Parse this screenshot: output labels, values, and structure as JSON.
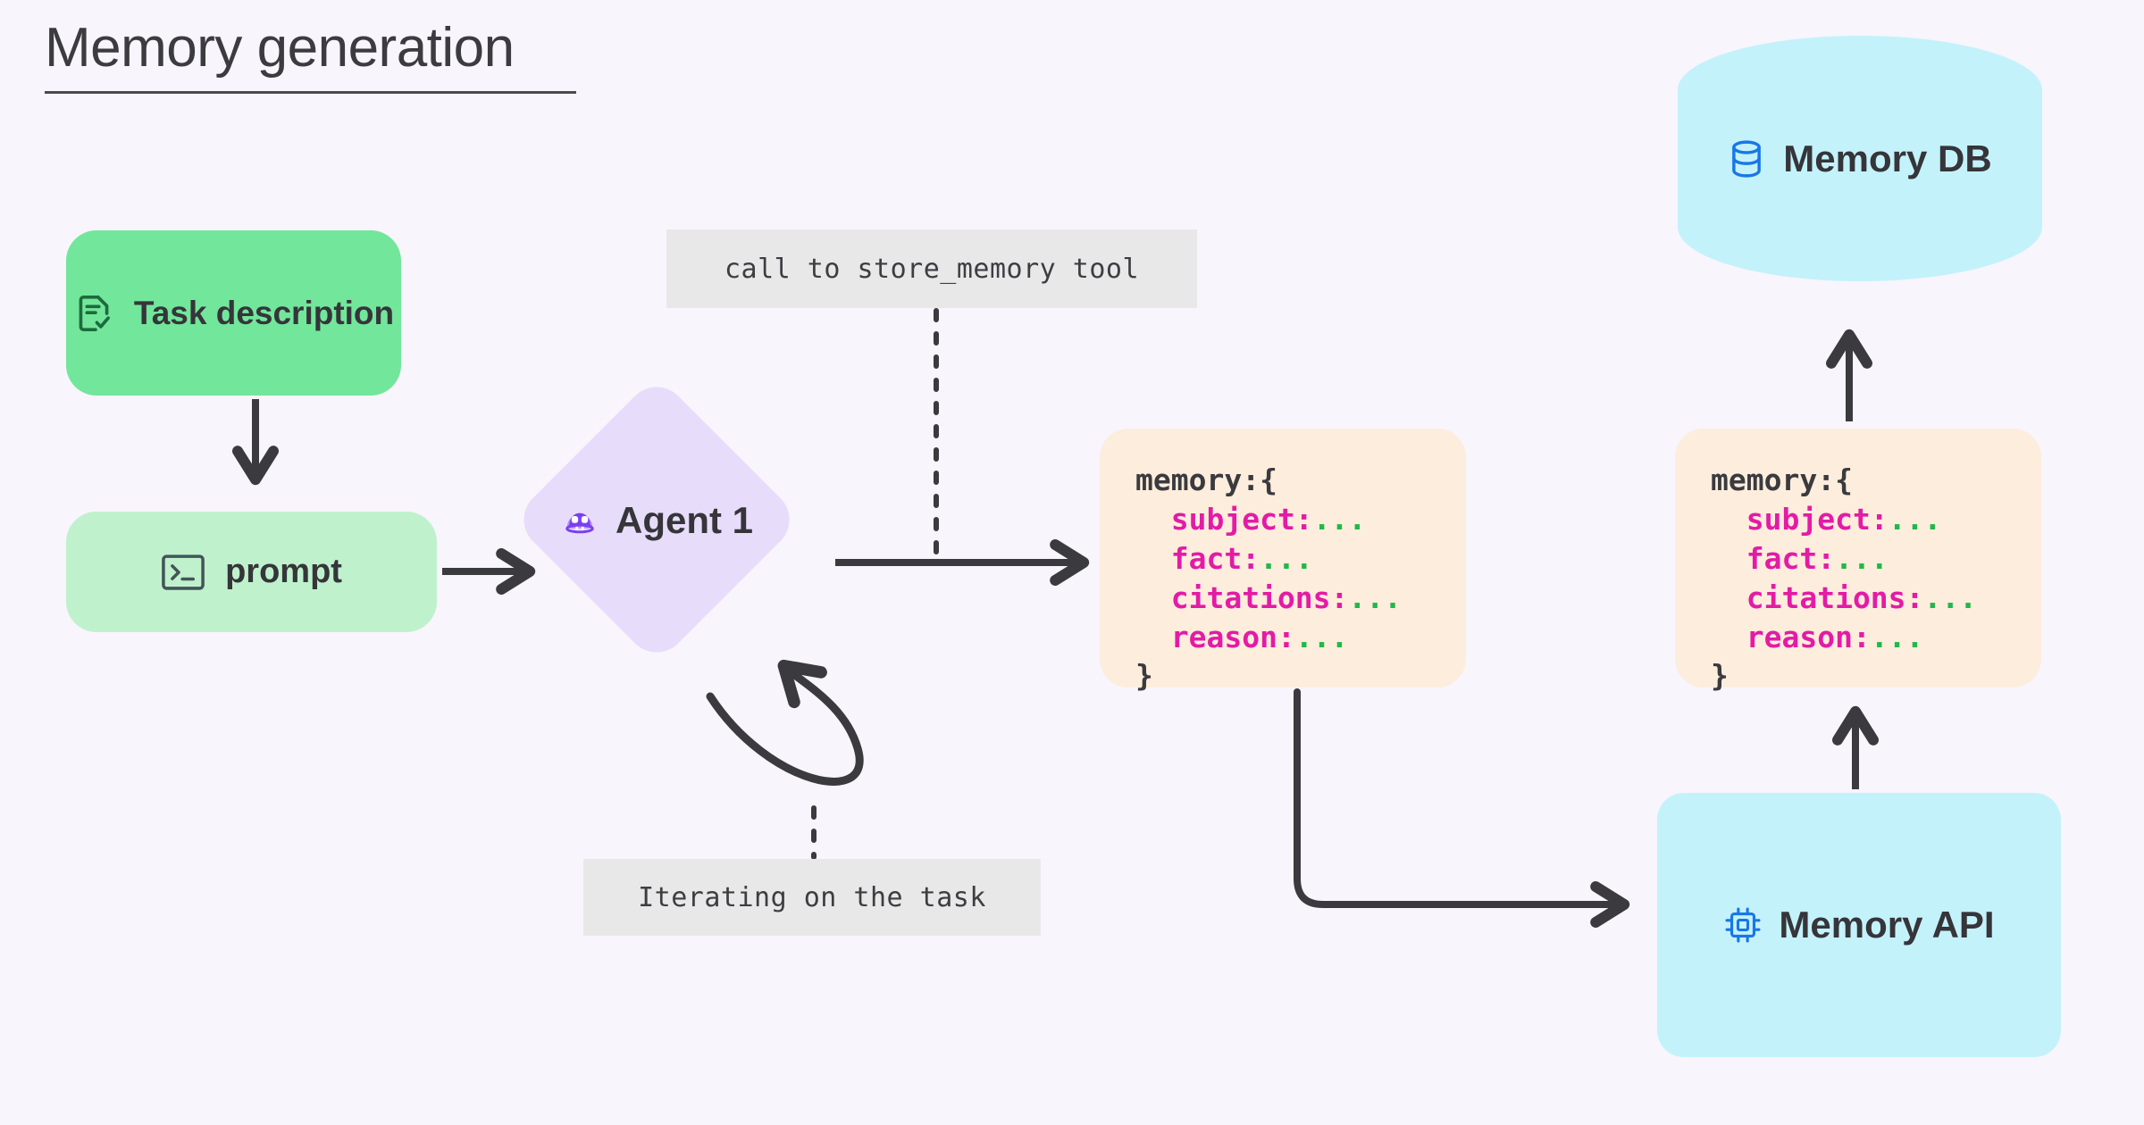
{
  "page": {
    "title": "Memory generation",
    "background_color": "#f8f5fd"
  },
  "nodes": {
    "task_description": {
      "label": "Task description",
      "icon": "document-check-icon",
      "color": "#72e69b",
      "icon_color": "#1d6b3c"
    },
    "prompt": {
      "label": "prompt",
      "icon": "terminal-icon",
      "color": "#bff2cc",
      "icon_color": "#44555a"
    },
    "agent": {
      "label": "Agent 1",
      "icon": "robot-icon",
      "color": "#e7ddfb",
      "icon_color": "#7b3ff2"
    },
    "memory_db": {
      "label": "Memory DB",
      "icon": "database-icon",
      "color": "#c4f2fb",
      "icon_color": "#1877e8"
    },
    "memory_api": {
      "label": "Memory API",
      "icon": "cpu-chip-icon",
      "color": "#c4f2fb",
      "icon_color": "#1877e8"
    }
  },
  "memory_payload": {
    "open": "memory:{",
    "close": "}",
    "fields": [
      {
        "key": "subject:",
        "value": "..."
      },
      {
        "key": "fact:",
        "value": "..."
      },
      {
        "key": "citations:",
        "value": "..."
      },
      {
        "key": "reason:",
        "value": "..."
      }
    ],
    "card_color": "#fdeddc",
    "key_color": "#e31ba6",
    "value_color": "#1fb84a"
  },
  "annotations": {
    "tool_call": "call to store_memory tool",
    "iterating": "Iterating on the task",
    "box_color": "#e8e8e8"
  },
  "edges": {
    "stroke_color": "#3a3a3f",
    "list": [
      {
        "from": "task_description",
        "to": "prompt",
        "style": "solid-arrow"
      },
      {
        "from": "prompt",
        "to": "agent",
        "style": "solid-arrow"
      },
      {
        "from": "agent",
        "to": "agent",
        "style": "self-loop"
      },
      {
        "from": "agent",
        "to": "memory_card_1",
        "style": "solid-arrow"
      },
      {
        "from": "memory_card_1",
        "to": "memory_api",
        "style": "elbow-arrow"
      },
      {
        "from": "memory_api",
        "to": "memory_card_2",
        "style": "solid-arrow"
      },
      {
        "from": "memory_card_2",
        "to": "memory_db",
        "style": "solid-arrow"
      },
      {
        "from": "annotation_tool_call",
        "to": "agent_to_memory_edge",
        "style": "dashed"
      },
      {
        "from": "annotation_iterating",
        "to": "agent_self_loop",
        "style": "dashed"
      }
    ]
  }
}
